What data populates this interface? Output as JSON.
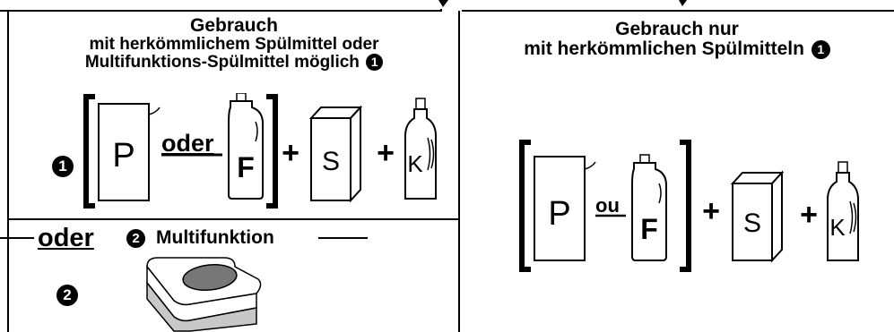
{
  "left_panel": {
    "title_line1": "Gebrauch",
    "title_line2": "mit herkömmlichem Spülmittel oder",
    "title_line3": "Multifunktions-Spülmittel möglich",
    "marker": "1",
    "row_marker": "1",
    "or_label": "oder",
    "plus": "+",
    "product_labels": [
      "P",
      "F",
      "S",
      "K"
    ]
  },
  "multi_section": {
    "or_label": "oder",
    "marker": "2",
    "label": "Multifunktion",
    "row_marker": "2"
  },
  "right_panel": {
    "title_line1": "Gebrauch nur",
    "title_line2": "mit herkömmlichen Spülmitteln",
    "marker": "1",
    "or_label": "ou",
    "plus": "+",
    "product_labels": [
      "P",
      "F",
      "S",
      "K"
    ]
  }
}
